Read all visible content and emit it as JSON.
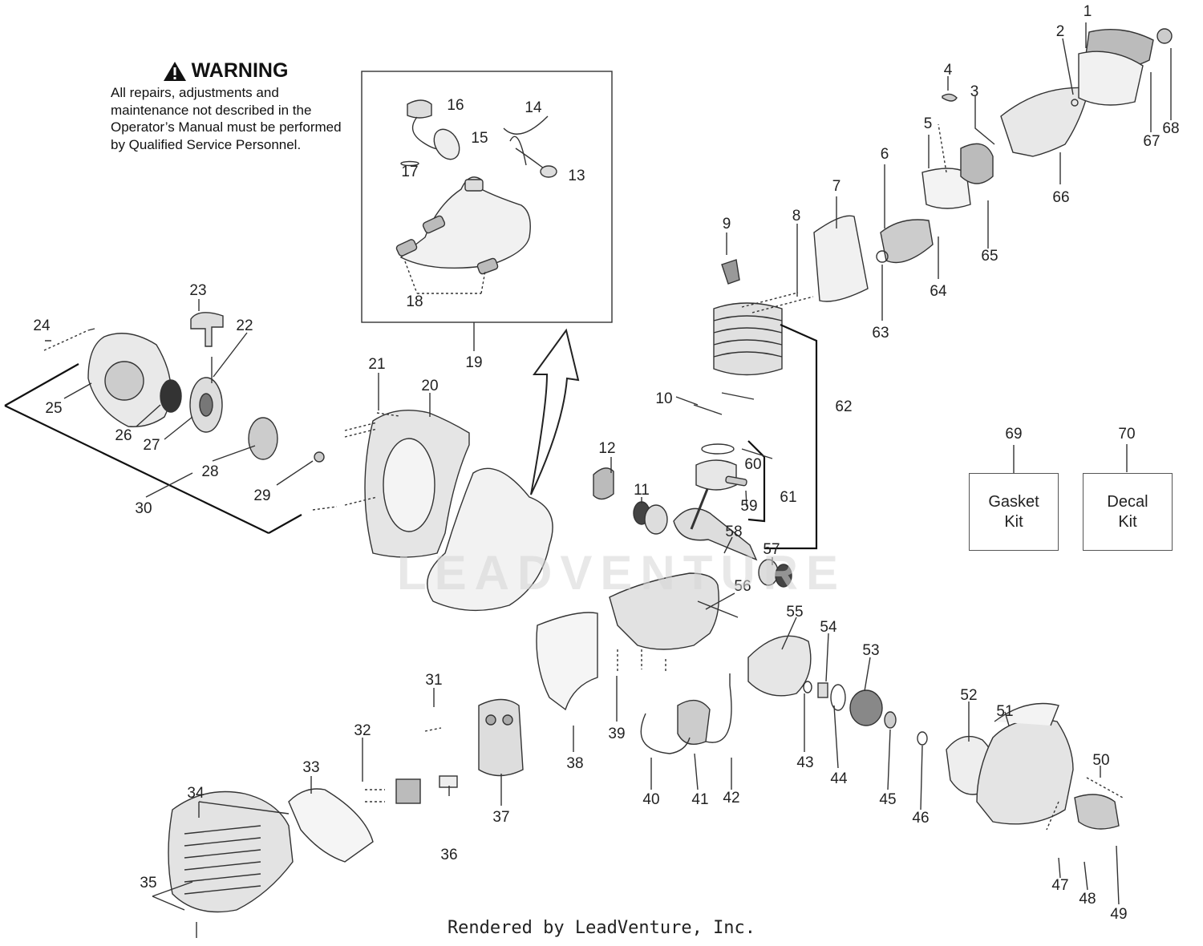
{
  "warning": {
    "title": "WARNING",
    "text": "All repairs, adjustments and maintenance not described in the Operator’s Manual must be performed by Qualified Service Personnel."
  },
  "kits": [
    {
      "number": "69",
      "line1": "Gasket",
      "line2": "Kit"
    },
    {
      "number": "70",
      "line1": "Decal",
      "line2": "Kit"
    }
  ],
  "watermark": "LEADVENTURE",
  "footer": "Rendered by LeadVenture, Inc.",
  "part_labels": [
    {
      "text": "1"
    },
    {
      "text": "2"
    },
    {
      "text": "3"
    },
    {
      "text": "4"
    },
    {
      "text": "5"
    },
    {
      "text": "6"
    },
    {
      "text": "7"
    },
    {
      "text": "8"
    },
    {
      "text": "9"
    },
    {
      "text": "10"
    },
    {
      "text": "11"
    },
    {
      "text": "12"
    },
    {
      "text": "13"
    },
    {
      "text": "14"
    },
    {
      "text": "15"
    },
    {
      "text": "16"
    },
    {
      "text": "17"
    },
    {
      "text": "18"
    },
    {
      "text": "19"
    },
    {
      "text": "20"
    },
    {
      "text": "21"
    },
    {
      "text": "22"
    },
    {
      "text": "23"
    },
    {
      "text": "24"
    },
    {
      "text": "25"
    },
    {
      "text": "26"
    },
    {
      "text": "27"
    },
    {
      "text": "28"
    },
    {
      "text": "29"
    },
    {
      "text": "30"
    },
    {
      "text": "31"
    },
    {
      "text": "32"
    },
    {
      "text": "33"
    },
    {
      "text": "34"
    },
    {
      "text": "35"
    },
    {
      "text": "36"
    },
    {
      "text": "37"
    },
    {
      "text": "38"
    },
    {
      "text": "39"
    },
    {
      "text": "40"
    },
    {
      "text": "41"
    },
    {
      "text": "42"
    },
    {
      "text": "43"
    },
    {
      "text": "44"
    },
    {
      "text": "45"
    },
    {
      "text": "46"
    },
    {
      "text": "47"
    },
    {
      "text": "48"
    },
    {
      "text": "49"
    },
    {
      "text": "50"
    },
    {
      "text": "51"
    },
    {
      "text": "52"
    },
    {
      "text": "53"
    },
    {
      "text": "54"
    },
    {
      "text": "55"
    },
    {
      "text": "56"
    },
    {
      "text": "57"
    },
    {
      "text": "58"
    },
    {
      "text": "59"
    },
    {
      "text": "60"
    },
    {
      "text": "61"
    },
    {
      "text": "62"
    },
    {
      "text": "63"
    },
    {
      "text": "64"
    },
    {
      "text": "65"
    },
    {
      "text": "66"
    },
    {
      "text": "67"
    },
    {
      "text": "68"
    }
  ]
}
